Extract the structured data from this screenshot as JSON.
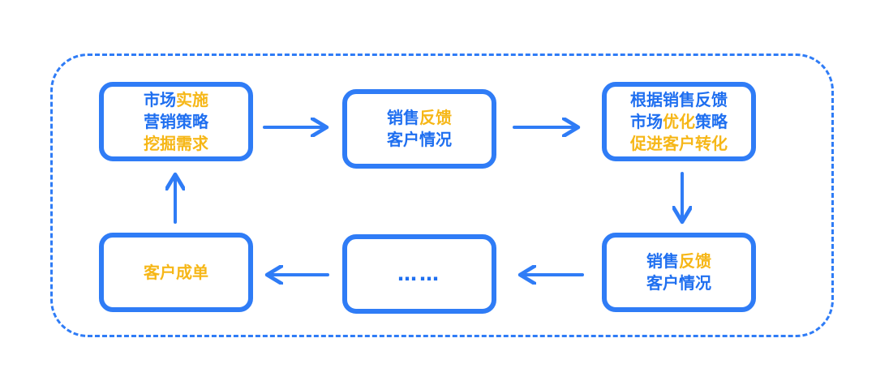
{
  "colors": {
    "accent_blue": "#2f7cf6",
    "text_blue": "#1f6ff0",
    "highlight_yellow": "#f6b718"
  },
  "nodes": {
    "n1": {
      "l1a": "市场",
      "l1b": "实施",
      "l2": "营销策略",
      "l3": "挖掘需求"
    },
    "n2": {
      "l1a": "销售",
      "l1b": "反馈",
      "l2": "客户情况"
    },
    "n3": {
      "l1": "根据销售反馈",
      "l2a": "市场",
      "l2b": "优化",
      "l2c": "策略",
      "l3": "促进客户转化"
    },
    "n4": {
      "l1a": "销售",
      "l1b": "反馈",
      "l2": "客户情况"
    },
    "n5": {
      "dots": "……"
    },
    "n6": {
      "l1": "客户成单"
    }
  }
}
